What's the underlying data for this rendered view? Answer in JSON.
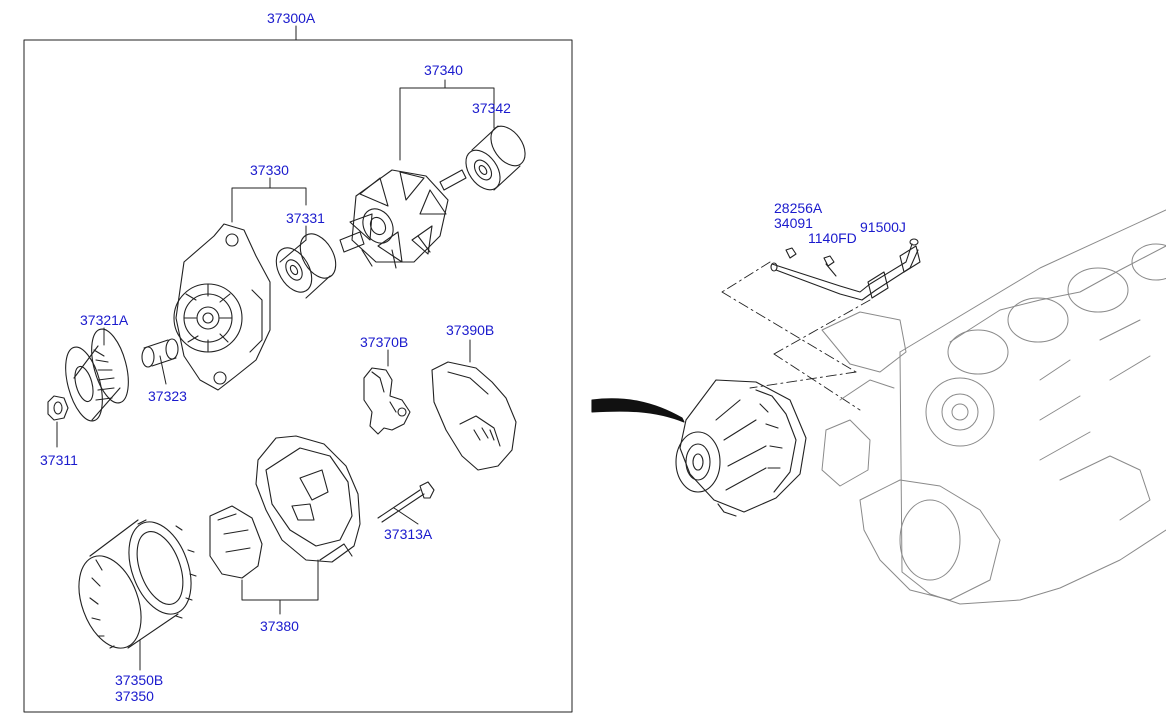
{
  "diagram": {
    "accent_color": "#1a1acd",
    "line_color": "#222222",
    "labels": {
      "assembly": "37300A",
      "rotor_assy": "37340",
      "rotor_bearing": "37342",
      "front_bracket_assy": "37330",
      "front_bearing": "37331",
      "pulley": "37321A",
      "spacer": "37323",
      "nut": "37311",
      "regulator": "37370B",
      "rear_cover": "37390B",
      "through_bolt": "37313A",
      "rear_bracket_assy": "37380",
      "stator_line1": "37350B",
      "stator_line2": "37350",
      "pipe_clip": "28256A",
      "washer": "34091",
      "bolt": "1140FD",
      "bracket": "91500J"
    }
  }
}
